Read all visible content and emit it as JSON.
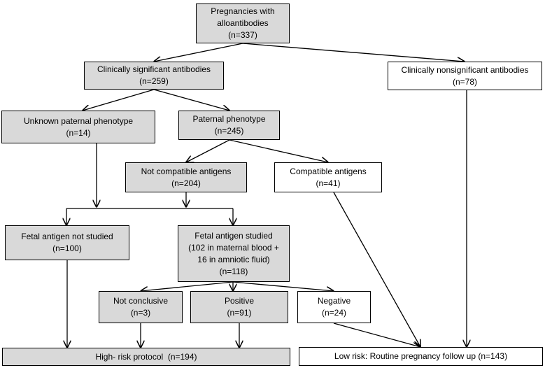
{
  "nodes": {
    "root": {
      "lines": [
        "Pregnancies with",
        "alloantibodies",
        "(n=337)"
      ],
      "fill": "gray"
    },
    "clin_sig": {
      "lines": [
        "Clinically significant antibodies",
        "(n=259)"
      ],
      "fill": "gray"
    },
    "clin_nonsig": {
      "lines": [
        "Clinically nonsignificant antibodies",
        "(n=78)"
      ],
      "fill": "white"
    },
    "unknown_pat": {
      "lines": [
        "Unknown paternal phenotype",
        "(n=14)"
      ],
      "fill": "gray"
    },
    "pat_pheno": {
      "lines": [
        "Paternal phenotype",
        "(n=245)"
      ],
      "fill": "gray"
    },
    "not_compat": {
      "lines": [
        "Not compatible antigens",
        "(n=204)"
      ],
      "fill": "gray"
    },
    "compat": {
      "lines": [
        "Compatible antigens",
        "(n=41)"
      ],
      "fill": "white"
    },
    "fetal_not": {
      "lines": [
        "Fetal antigen not studied",
        "(n=100)"
      ],
      "fill": "gray"
    },
    "fetal_studied": {
      "lines": [
        "Fetal antigen studied",
        "(102 in maternal blood +",
        "16 in amniotic fluid)",
        "(n=118)"
      ],
      "fill": "gray"
    },
    "not_concl": {
      "lines": [
        "Not conclusive",
        "(n=3)"
      ],
      "fill": "gray"
    },
    "positive": {
      "lines": [
        "Positive",
        "(n=91)"
      ],
      "fill": "gray"
    },
    "negative": {
      "lines": [
        "Negative",
        "(n=24)"
      ],
      "fill": "white"
    },
    "high_risk": {
      "lines": [
        "High- risk protocol  (n=194)"
      ],
      "fill": "gray"
    },
    "low_risk": {
      "lines": [
        "Low risk: Routine pregnancy follow up (n=143)"
      ],
      "fill": "white"
    }
  },
  "edges": [
    {
      "from": "root",
      "to": "clin_sig"
    },
    {
      "from": "root",
      "to": "clin_nonsig"
    },
    {
      "from": "clin_sig",
      "to": "unknown_pat"
    },
    {
      "from": "clin_sig",
      "to": "pat_pheno"
    },
    {
      "from": "pat_pheno",
      "to": "not_compat"
    },
    {
      "from": "pat_pheno",
      "to": "compat"
    },
    {
      "from": "unknown_pat",
      "to": "merge_point"
    },
    {
      "from": "not_compat",
      "to": "merge_point"
    },
    {
      "from": "merge_point",
      "to": "fetal_not"
    },
    {
      "from": "merge_point",
      "to": "fetal_studied"
    },
    {
      "from": "fetal_studied",
      "to": "not_concl"
    },
    {
      "from": "fetal_studied",
      "to": "positive"
    },
    {
      "from": "fetal_studied",
      "to": "negative"
    },
    {
      "from": "not_concl",
      "to": "high_risk"
    },
    {
      "from": "positive",
      "to": "high_risk"
    },
    {
      "from": "fetal_not",
      "to": "high_risk"
    },
    {
      "from": "negative",
      "to": "low_risk"
    },
    {
      "from": "compat",
      "to": "low_risk"
    },
    {
      "from": "clin_nonsig",
      "to": "low_risk"
    }
  ]
}
